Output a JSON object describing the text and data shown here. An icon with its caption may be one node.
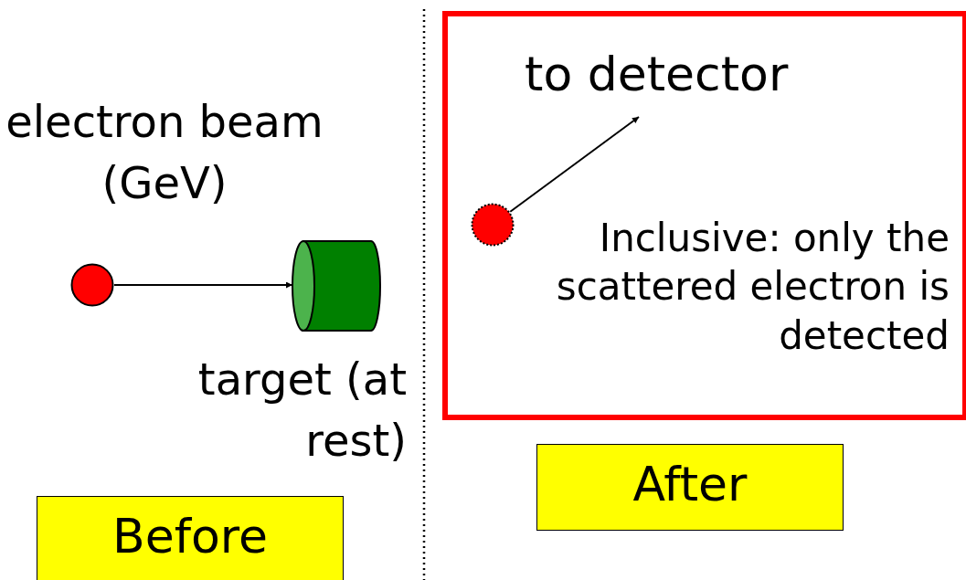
{
  "diagram": {
    "nodes": [
      {
        "text": [],
        "shape": "circle",
        "beside": [
          "electron beam (GeV)"
        ]
      },
      {
        "text": [],
        "shape": "cylinder",
        "beside": [
          "target (at rest)"
        ]
      },
      {
        "text": [
          "Before"
        ]
      },
      {
        "text": [
          "Inclusive: only the scattered electron is detected"
        ]
      },
      {
        "text": [
          "to detector"
        ],
        "in": 3
      },
      {
        "text": [],
        "shape": "circle",
        "in": 3
      },
      {
        "text": [
          "After"
        ]
      }
    ],
    "edges": [
      {
        "from": 0,
        "to": 1,
        "arrow": "to"
      },
      {
        "from": 5,
        "to": 4,
        "arrow": "to"
      }
    ]
  }
}
